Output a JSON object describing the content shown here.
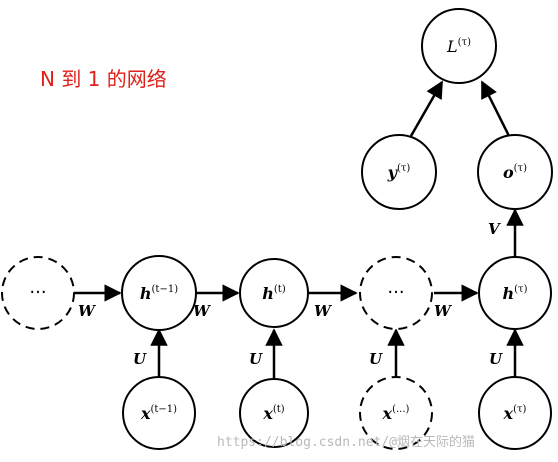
{
  "title": "N 到 1 的网络",
  "nodes": {
    "loss": {
      "label": "L",
      "sup": "(τ)"
    },
    "y": {
      "label": "y",
      "sup": "(τ)"
    },
    "o": {
      "label": "o",
      "sup": "(τ)"
    },
    "h_prev_ellipsis": {
      "label": "···"
    },
    "h_tm1": {
      "label": "h",
      "sup": "(t−1)"
    },
    "h_t": {
      "label": "h",
      "sup": "(t)"
    },
    "h_mid_ellipsis": {
      "label": "···"
    },
    "h_tau": {
      "label": "h",
      "sup": "(τ)"
    },
    "x_tm1": {
      "label": "x",
      "sup": "(t−1)"
    },
    "x_t": {
      "label": "x",
      "sup": "(t)"
    },
    "x_ellipsis": {
      "label": "x",
      "sup": "(...)"
    },
    "x_tau": {
      "label": "x",
      "sup": "(τ)"
    }
  },
  "edge_labels": {
    "W": "W",
    "U": "U",
    "V": "V"
  },
  "watermark": "https://blog.csdn.net/@烟在天际的猫"
}
